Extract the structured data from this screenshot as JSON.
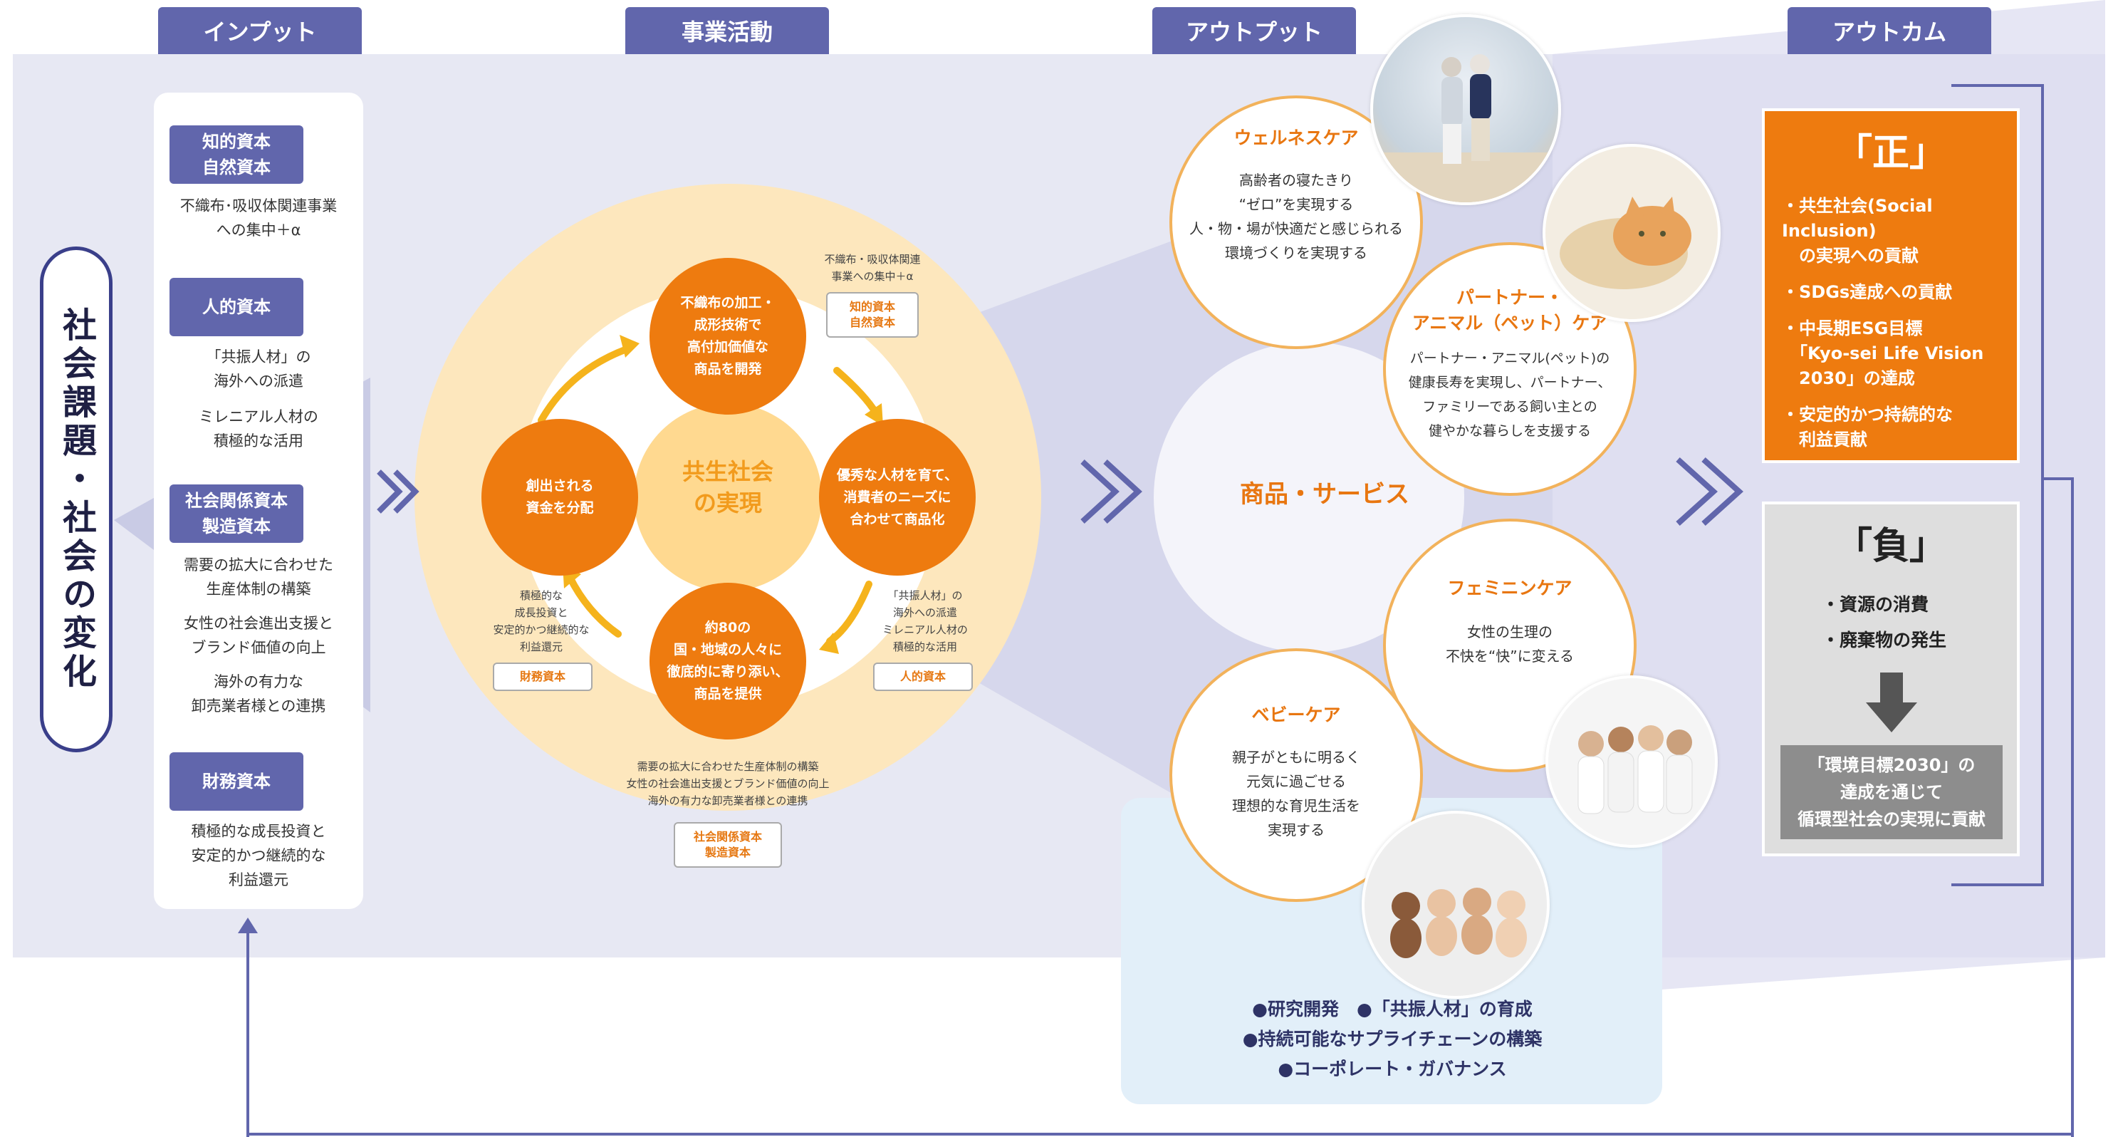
{
  "colors": {
    "accent": "#6166ac",
    "orange": "#ee7b0f",
    "band": "#e7e8f3",
    "light_orange": "#fde7bd",
    "grey_box": "#dedede",
    "blue_box": "#e2eff9"
  },
  "headers": {
    "input": "インプット",
    "activity": "事業活動",
    "output": "アウトプット",
    "outcome": "アウトカム"
  },
  "social_issues": "社会課題・社会の変化",
  "inputs": [
    {
      "capital": [
        "知的資本",
        "自然資本"
      ],
      "lines": [
        "不織布･吸収体関連事業",
        "への集中＋α"
      ]
    },
    {
      "capital": [
        "人的資本"
      ],
      "lines": [
        "「共振人材」の",
        "海外への派遣",
        "ミレニアル人材の",
        "積極的な活用"
      ]
    },
    {
      "capital": [
        "社会関係資本",
        "製造資本"
      ],
      "lines": [
        "需要の拡大に合わせた",
        "生産体制の構築",
        "女性の社会進出支援と",
        "ブランド価値の向上",
        "海外の有力な",
        "卸売業者様との連携"
      ]
    },
    {
      "capital": [
        "財務資本"
      ],
      "lines": [
        "積極的な成長投資と",
        "安定的かつ継続的な",
        "利益還元"
      ]
    }
  ],
  "cycle": {
    "center": [
      "共生社会",
      "の実現"
    ],
    "top": [
      "不織布の加工・",
      "成形技術で",
      "高付加価値な",
      "商品を開発"
    ],
    "right": [
      "優秀な人材を育て、",
      "消費者のニーズに",
      "合わせて商品化"
    ],
    "bottom": [
      "約80の",
      "国・地域の人々に",
      "徹底的に寄り添い、",
      "商品を提供"
    ],
    "left": [
      "創出される",
      "資金を分配"
    ],
    "note_top": [
      "不織布・吸収体関連",
      "事業への集中＋α"
    ],
    "tag_top": [
      "知的資本",
      "自然資本"
    ],
    "note_right": [
      "「共振人材」の",
      "海外への派遣",
      "ミレニアル人材の",
      "積極的な活用"
    ],
    "tag_right": [
      "人的資本"
    ],
    "note_left": [
      "積極的な",
      "成長投資と",
      "安定的かつ継続的な",
      "利益還元"
    ],
    "tag_left": [
      "財務資本"
    ],
    "note_bottom": [
      "需要の拡大に合わせた生産体制の構築",
      "女性の社会進出支援とブランド価値の向上",
      "海外の有力な卸売業者様との連携"
    ],
    "tag_bottom": [
      "社会関係資本",
      "製造資本"
    ]
  },
  "output": {
    "center": "商品・サービス",
    "wellness": {
      "title": "ウェルネスケア",
      "lines": [
        "高齢者の寝たきり",
        "“ゼロ”を実現する",
        "人・物・場が快適だと感じられる",
        "環境づくりを実現する"
      ]
    },
    "pet": {
      "title": [
        "パートナー・",
        "アニマル（ペット）ケア"
      ],
      "lines": [
        "パートナー・アニマル(ペット)の",
        "健康長寿を実現し、パートナー、",
        "ファミリーである飼い主との",
        "健やかな暮らしを支援する"
      ]
    },
    "feminine": {
      "title": "フェミニンケア",
      "lines": [
        "女性の生理の",
        "不快を“快”に変える"
      ]
    },
    "baby": {
      "title": "ベビーケア",
      "lines": [
        "親子がともに明るく",
        "元気に過ごせる",
        "理想的な育児生活を",
        "実現する"
      ]
    },
    "foundation": [
      "●研究開発　●「共振人材」の育成",
      "●持続可能なサプライチェーンの構築",
      "●コーポレート・ガバナンス"
    ]
  },
  "outcome": {
    "positive": {
      "title": "「正」",
      "items": [
        "・共生社会(Social Inclusion)",
        "　の実現への貢献",
        "・SDGs達成への貢献",
        "・中長期ESG目標",
        "　「Kyo-sei Life Vision",
        "　2030」の達成",
        "・安定的かつ持続的な",
        "　利益貢献"
      ]
    },
    "negative": {
      "title": "「負」",
      "items": [
        "・資源の消費",
        "・廃棄物の発生"
      ],
      "result": [
        "「環境目標2030」の",
        "達成を通じて",
        "循環型社会の実現に貢献"
      ]
    }
  }
}
